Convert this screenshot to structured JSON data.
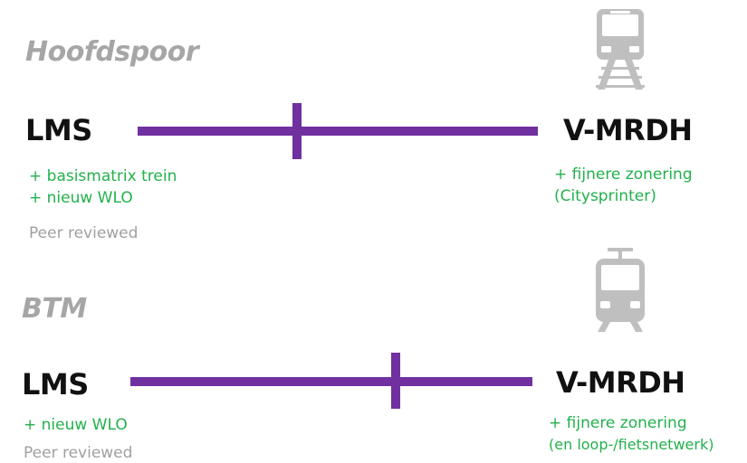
{
  "colors": {
    "accent": "#7030a0",
    "feature_text": "#22b14c",
    "muted_text": "#a0a0a0",
    "title_text": "#a6a6a6",
    "icon": "#bfbfbf"
  },
  "sections": [
    {
      "title": "Hoofdspoor",
      "icon": "train-icon",
      "left_model": "LMS",
      "right_model": "V-MRDH",
      "left_features": [
        "+ basismatrix trein",
        "+ nieuw WLO"
      ],
      "left_note": "Peer reviewed",
      "right_features": [
        "+ fijnere zonering",
        "(Citysprinter)"
      ]
    },
    {
      "title": "BTM",
      "icon": "tram-icon",
      "left_model": "LMS",
      "right_model": "V-MRDH",
      "left_features": [
        "+ nieuw WLO"
      ],
      "left_note": "Peer reviewed",
      "right_features": [
        "+ fijnere zonering",
        "(en loop-/fietsnetwerk)"
      ]
    }
  ]
}
